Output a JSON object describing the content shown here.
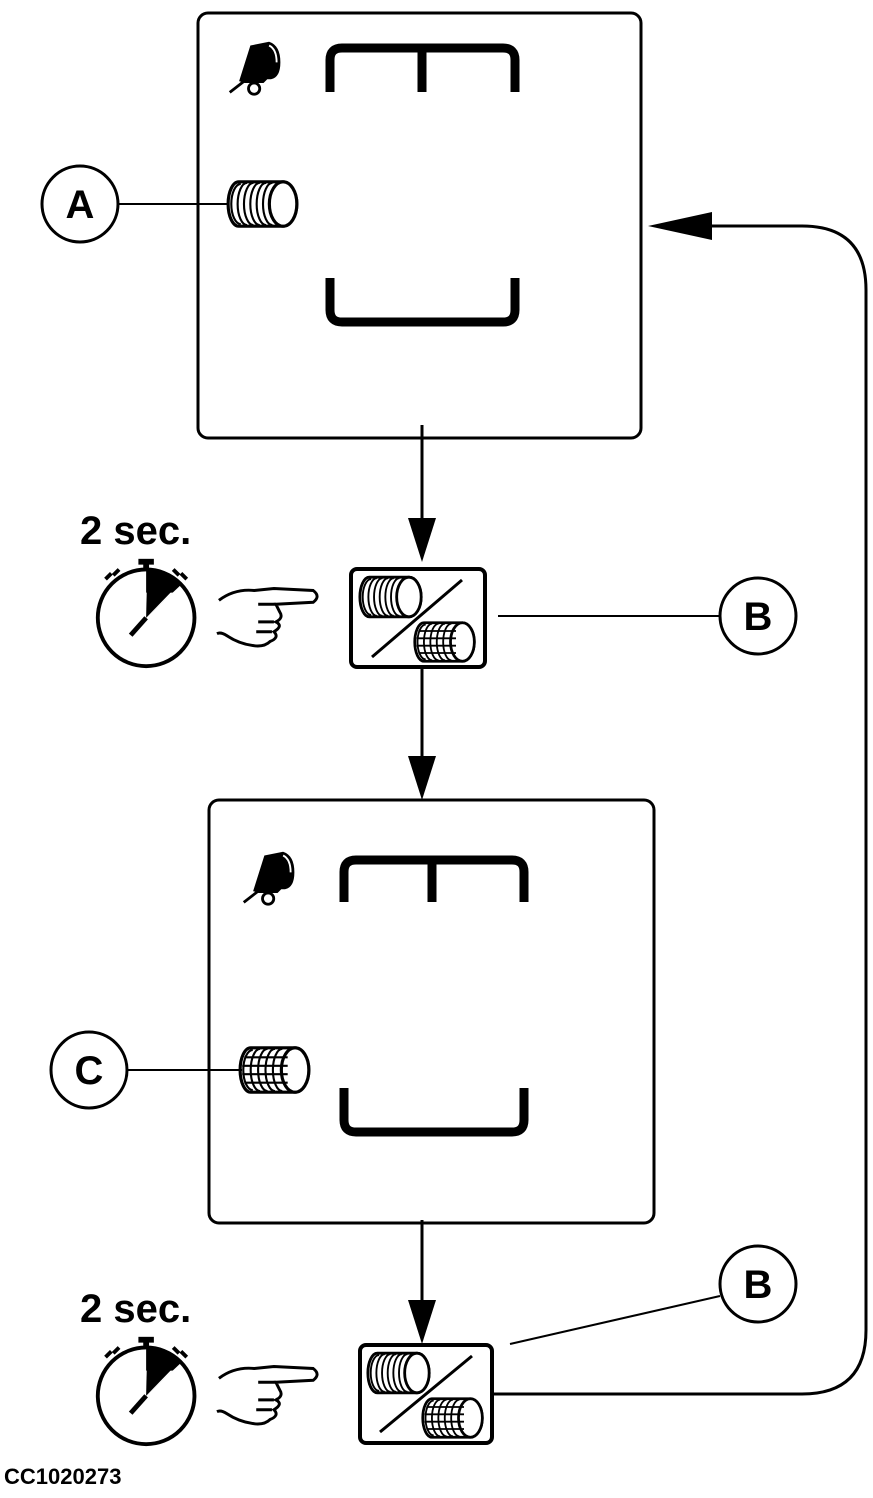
{
  "callouts": {
    "a": "A",
    "b_top": "B",
    "c": "C",
    "b_bottom": "B"
  },
  "timer": {
    "top": "2 sec.",
    "bottom": "2 sec."
  },
  "figure_code": "CC1020273",
  "icons": {
    "baler": "baler-icon",
    "bracket_top": "display-bracket-top",
    "bracket_bottom": "display-bracket-bottom",
    "twine_roll": "twine-roll-icon",
    "net_roll": "net-roll-icon",
    "wrap_toggle_key": "twine-net-toggle-key",
    "stopwatch": "stopwatch-icon",
    "press_hand": "pointing-hand-icon"
  },
  "colors": {
    "line": "#000000",
    "background": "#ffffff"
  }
}
